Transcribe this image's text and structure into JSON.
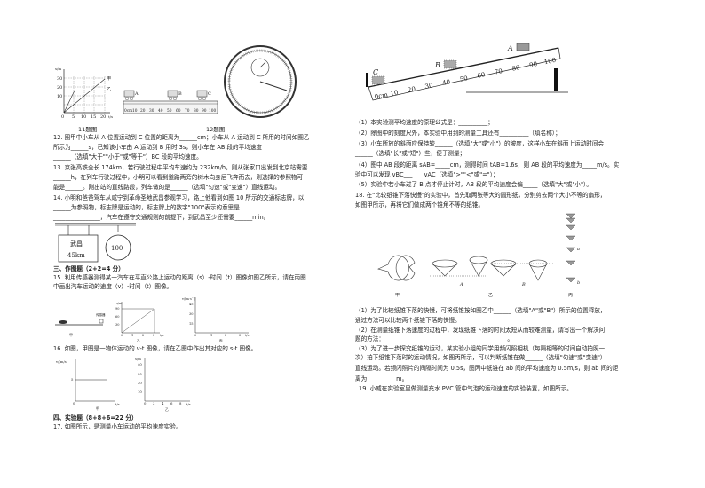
{
  "figures": {
    "fig11": {
      "caption": "11题图",
      "ylabel": "s/m",
      "xlabel": "t/s",
      "yticks": [
        "10",
        "20",
        "30"
      ],
      "xticks": [
        "0",
        "5",
        "10",
        "15",
        "20"
      ],
      "series": [
        "甲",
        "乙"
      ]
    },
    "fig12": {
      "caption": "12题图",
      "cars": [
        "A",
        "B",
        "C"
      ],
      "ruler": [
        "0cm",
        "10",
        "20",
        "30",
        "40",
        "50",
        "60",
        "70",
        "80",
        "90",
        "100"
      ]
    },
    "incline": {
      "cars": [
        "A",
        "B",
        "C"
      ],
      "ruler": [
        "0cm",
        "10",
        "20",
        "30",
        "40",
        "50",
        "60",
        "70",
        "80",
        "90",
        "100"
      ]
    },
    "sign": {
      "place": "武昌",
      "distance": "45km",
      "speed_limit": "100"
    },
    "fig15": {
      "jia_label": "甲",
      "yi_label": "乙",
      "bing_label": "丙",
      "sensor": "传感器",
      "yi_ylabel": "s/m",
      "yi_yticks": [
        "30",
        "60",
        "90"
      ],
      "yi_xticks": [
        "0",
        "1",
        "2",
        "3"
      ],
      "yi_xlabel": "t/s",
      "bing_ylabel": "v/(m·s⁻¹)",
      "bing_yticks": [
        "15",
        "30",
        "45"
      ],
      "bing_xticks": [
        "0",
        "1",
        "2",
        "3"
      ],
      "bing_xlabel": "t/s"
    },
    "fig16": {
      "jia_label": "甲",
      "yi_label": "乙",
      "jia_ylabel": "v/(m/s)",
      "jia_value": "5",
      "jia_origin": "0",
      "jia_xlabel": "t/s",
      "yi_ylabel": "s/m",
      "yi_yticks": [
        "10",
        "20",
        "30",
        "40"
      ],
      "yi_xticks": [
        "0",
        "2",
        "4",
        "6",
        "8"
      ],
      "yi_xlabel": "t/s"
    },
    "fig18": {
      "jia": "甲",
      "yi": "乙",
      "bing": "丙",
      "A": "A",
      "B": "B",
      "a": "a",
      "b": "b"
    }
  },
  "left": [
    "12. 图甲中小车从 A 位置运动到 C 位置的距离为______cm；小车从 A 运动到 C 所用的时间如图乙",
    "所示为______s，已知该小车由 A 运动到 B 用时 3s，则小车在 AB 段的平均速度",
    "______（选填\"大于\"\"小于\"或\"等于\"）BC 段的平均速度。",
    "13. 京张高铁全长 174km，若行驶过程中平均车速约为 232km/h，则从张家口出发到北京站需要",
    "______h，在列车行驶过程中，小明可以看到道路两旁的树木向身后飞奔而去，则选择的参照物可",
    "能是______。刚出站的直线路段，列车做的是______（选填\"匀速\"或\"变速\"）直线运动。",
    "14. 小明和爸爸驾车从咸宁到革命圣地武昌参观学习，路上他看到如图 10 所示的交通标志牌，以",
    "______为参照物，标志牌是运动的，标志牌上的数字\"100\"表示的意思是",
    "________________，汽车在遵守交通规则的前提下，到武昌至少还需要______min。"
  ],
  "section3": "三、作图题（2+2=4 分）",
  "q15": [
    "15. 利用传感器测得某一汽车在平直公路上运动的距离（s）-时间（t）图像如图乙所示，请在丙图",
    "中画出汽车运动的速度（v）-时间（t）图像。"
  ],
  "q16": "16. 如图，甲图是一物体运动的 v-t 图像，请在乙图中作出其对应的 s-t 图像。",
  "section4": "四、实验题（8+8+6=22 分）",
  "q17": "17. 如图所示，是测量小车运动的平均速度实验。",
  "right_a": [
    "（1）本实验测平均速度的原理公式是：__________；",
    "（2）除图中的刻度尺外，本实验中用到的测量工具还有__________（填名称）；",
    "（3）小车所放的斜面应保持较______（选填\"大\"或\"小\"）的坡度，这样小车在斜面上运动时间会",
    "______（选填\"长\"或\"短\"）些，便于测量；",
    "（4）图中 AB 段的距离 sAB=_____cm，测得时间 tAB=1.6s，则 AB 段的平均速度为_____m/s。实",
    "验中可以发现 vBC___　　vAC（选填\">\"\"<\"或\"=\"）；",
    "（5）实验中若小车过了 B 点才停止计时，AB 段的平均速度会偏_____（选填\"大\"或\"小\"）。",
    "18. 在\"比较纸锥下落快慢\"的实验中，首先取两张等大的圆形纸，分别剪去两个大小不等的扇形，",
    "如图甲所示，再将它们做成两个锥角不等的纸锥。"
  ],
  "right_b": [
    "（1）为了比较纸锥下落的快慢，可将纸锥按如图乙中______（选填\"A\"或\"B\"）所示的位置释放，",
    "通过方法可以比较两个纸锥下落的快慢。",
    "（2）在测量纸锥下落速度的过程中，发现纸锥下落的时间太短从而较难测量，请写出一个解决问",
    "题的方法：__________________________________________。",
    "（3）为了进一步探究纸锥的运动，某实验小组的同学用频闪照相机（每隔相等的时间自动拍照一",
    "次）拍下纸锥下落时的运动情况，如图丙所示，可以判断纸锥在做______（选填\"匀速\"或\"变速\"）",
    "直线运动。若频闪照片的间隔时间为 0.5s，图丙中纸锥在 ab 间的平均速度为 0.5m/s，则 ab 间的距",
    "离为__________m。",
    "19. 小威在实验室里做测量充水 PVC 管中气泡的运动速度的实验装置，如图所示。"
  ]
}
